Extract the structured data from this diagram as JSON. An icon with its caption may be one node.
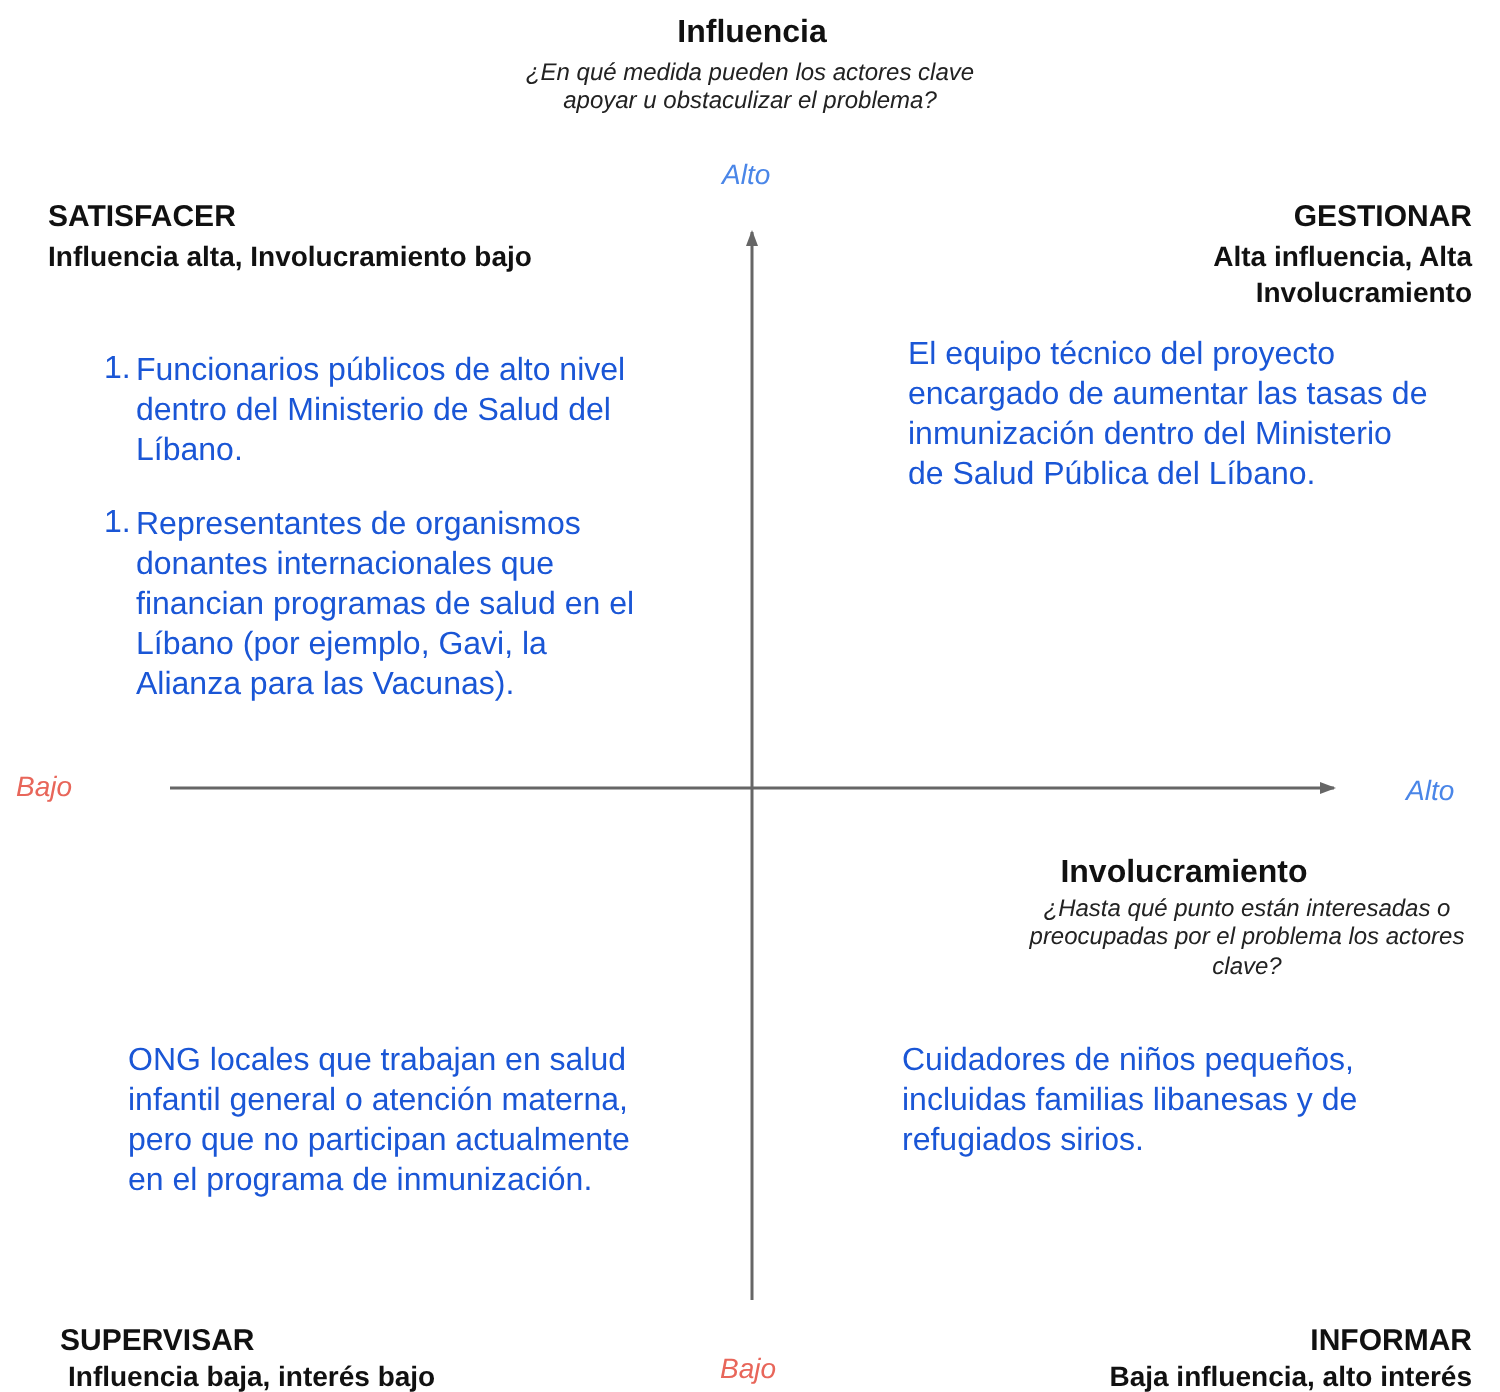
{
  "diagram": {
    "labels": [
      "Influencia",
      "¿En qué medida pueden los actores clave apoyar u obstaculizar el problema?",
      "Alto",
      "SATISFACER",
      "Influencia alta, Involucramiento bajo",
      "GESTIONAR",
      "Alta influencia, Alta Involucramiento",
      "1.",
      "Funcionarios públicos de alto nivel dentro del Ministerio de Salud del Líbano.",
      "1.",
      "Representantes de organismos donantes internacionales que financian programas de salud en el Líbano (por ejemplo, Gavi, la Alianza para las Vacunas).",
      "El equipo técnico del proyecto encargado de aumentar las tasas de inmunización dentro del Ministerio de Salud Pública del Líbano.",
      "Bajo",
      "Alto",
      "Involucramiento",
      "¿Hasta qué punto están interesadas o preocupadas por el problema los actores clave?",
      "ONG locales que trabajan en salud infantil general o atención materna, pero que no participan actualmente en el programa de inmunización.",
      "Cuidadores de niños pequeños, incluidas familias libanesas y de refugiados sirios.",
      "SUPERVISAR",
      "Influencia baja, interés bajo",
      "Bajo",
      "INFORMAR",
      "Baja influencia, alto interés"
    ]
  }
}
